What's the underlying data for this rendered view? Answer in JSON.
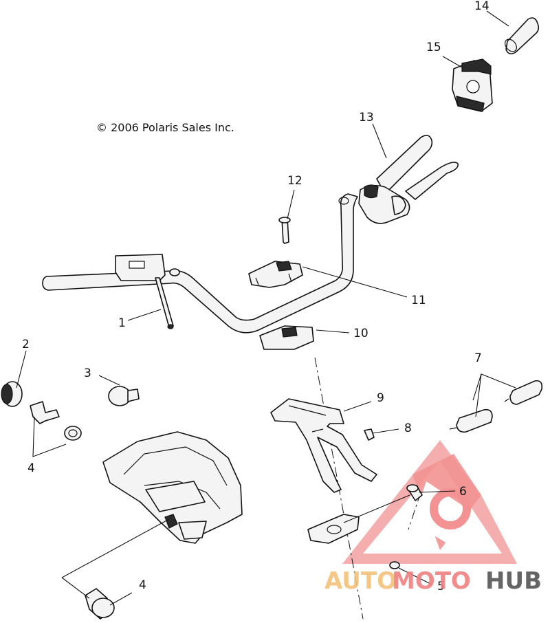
{
  "copyright": "© 2006 Polaris Sales Inc.",
  "callouts": [
    {
      "id": "1",
      "label": "1"
    },
    {
      "id": "2",
      "label": "2"
    },
    {
      "id": "3",
      "label": "3"
    },
    {
      "id": "4a",
      "label": "4"
    },
    {
      "id": "4b",
      "label": "4"
    },
    {
      "id": "5",
      "label": "5"
    },
    {
      "id": "6",
      "label": "6"
    },
    {
      "id": "7",
      "label": "7"
    },
    {
      "id": "8",
      "label": "8"
    },
    {
      "id": "9",
      "label": "9"
    },
    {
      "id": "10",
      "label": "10"
    },
    {
      "id": "11",
      "label": "11"
    },
    {
      "id": "12",
      "label": "12"
    },
    {
      "id": "13",
      "label": "13"
    },
    {
      "id": "14",
      "label": "14"
    },
    {
      "id": "15",
      "label": "15"
    }
  ],
  "watermark": {
    "part1": "AUTO",
    "part2": "MOTO",
    "part3": "HUB",
    "color_primary": "#f08080",
    "color_secondary": "#f5c27a",
    "color_dark": "#555555"
  }
}
